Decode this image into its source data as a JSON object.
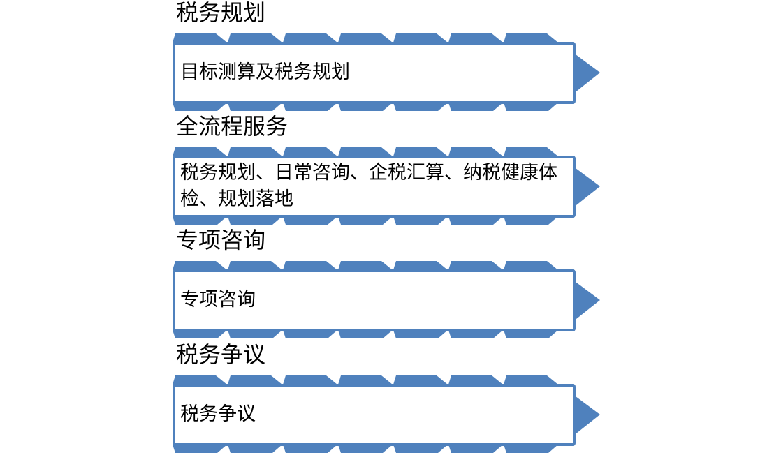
{
  "colors": {
    "accent": "#4f81bd",
    "box_fill": "#ffffff"
  },
  "stages": [
    {
      "title": "税务规划",
      "content": "目标测算及税务规划"
    },
    {
      "title": "全流程服务",
      "content": "税务规划、日常咨询、企税汇算、纳税健康体检、规划落地"
    },
    {
      "title": "专项咨询",
      "content": "专项咨询"
    },
    {
      "title": "税务争议",
      "content": "税务争议"
    }
  ]
}
